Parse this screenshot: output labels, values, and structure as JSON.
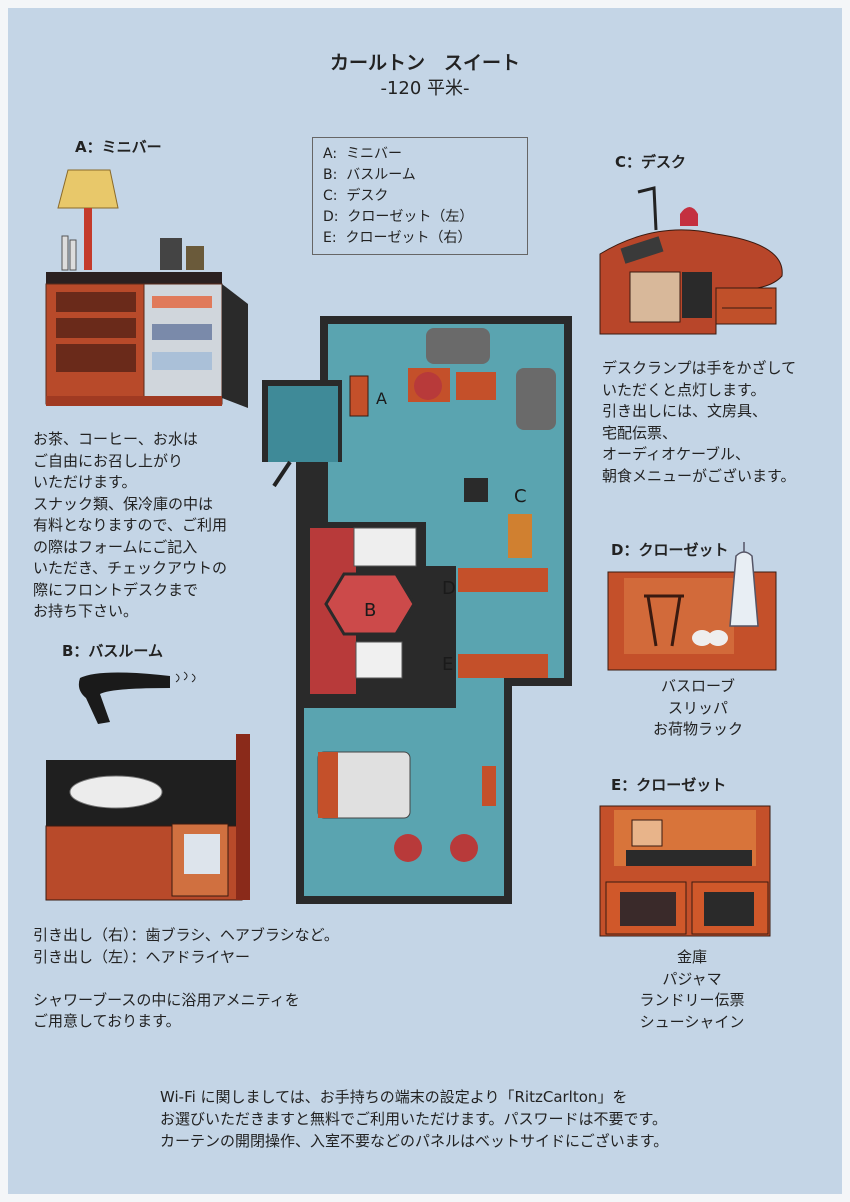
{
  "header": {
    "title": "カールトン　スイート",
    "area": "-120 平米-"
  },
  "legend": {
    "items": [
      "A:  ミニバー",
      "B:  バスルーム",
      "C:  デスク",
      "D:  クローゼット（左）",
      "E:  クローゼット（右）"
    ]
  },
  "sections": {
    "minibar": {
      "heading": "A：ミニバー",
      "lines": [
        "お茶、コーヒー、お水は",
        "ご自由にお召し上がり",
        "いただけます。",
        "スナック類、保冷庫の中は",
        "有料となりますので、ご利用",
        "の際はフォームにご記入",
        "いただき、チェックアウトの",
        "際にフロントデスクまで",
        "お持ち下さい。"
      ]
    },
    "desk": {
      "heading": "C：デスク",
      "lines": [
        "デスクランプは手をかざして",
        "いただくと点灯します。",
        "引き出しには、文房具、",
        "宅配伝票、",
        "オーディオケーブル、",
        "朝食メニューがございます。"
      ]
    },
    "bathroom": {
      "heading": "B：バスルーム",
      "lines": [
        "引き出し（右）：歯ブラシ、ヘアブラシなど。",
        "引き出し（左）：ヘアドライヤー",
        "",
        "シャワーブースの中に浴用アメニティを",
        "ご用意しております。"
      ]
    },
    "closet_left": {
      "heading": "D：クローゼット",
      "lines": [
        "バスローブ",
        "スリッパ",
        "お荷物ラック"
      ]
    },
    "closet_right": {
      "heading": "E：クローゼット",
      "lines": [
        "金庫",
        "パジャマ",
        "ランドリー伝票",
        "シューシャイン"
      ]
    }
  },
  "floorplan": {
    "labels": {
      "a": "A",
      "b": "B",
      "c": "C",
      "d": "D",
      "e": "E"
    }
  },
  "footer": {
    "lines": [
      "Wi-Fi に関しましては、お手持ちの端末の設定より「RitzCarlton」を",
      "お選びいただきますと無料でご利用いただけます。パスワードは不要です。",
      "カーテンの開閉操作、入室不要などのパネルはベットサイドにございます。"
    ]
  },
  "colors": {
    "floor": "#5aa4b0",
    "wood": "#c4502a",
    "wall": "#2a2a2a",
    "tile": "#b83a3a",
    "paper": "#c4d5e6"
  }
}
